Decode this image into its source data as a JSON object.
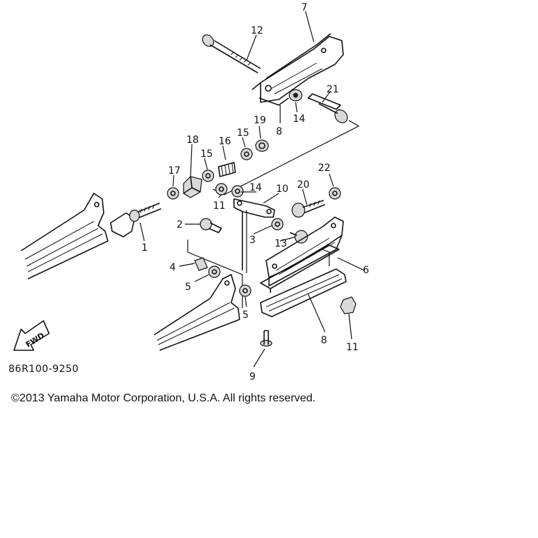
{
  "diagram": {
    "code": "86R100-9250",
    "copyright": "©2013 Yamaha Motor Corporation, U.S.A. All rights reserved.",
    "fwd_label": "FWD",
    "callouts": [
      "1",
      "2",
      "3",
      "4",
      "5",
      "5",
      "6",
      "7",
      "8",
      "8",
      "9",
      "10",
      "11",
      "11",
      "12",
      "13",
      "14",
      "14",
      "15",
      "15",
      "16",
      "17",
      "18",
      "19",
      "20",
      "21",
      "22"
    ]
  }
}
